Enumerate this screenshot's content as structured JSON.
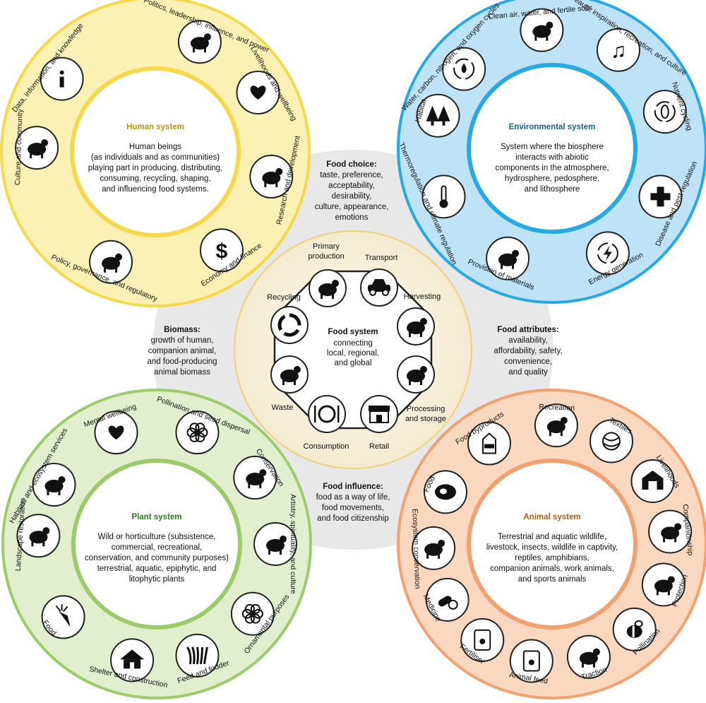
{
  "colors": {
    "human": "#f6d94a",
    "human_fill": "#fbf1b4",
    "env": "#27a9e1",
    "env_fill": "#bfe3f6",
    "plant": "#9ccb6c",
    "plant_fill": "#e2efcf",
    "animal": "#f2a270",
    "animal_fill": "#f9d8bf",
    "grey": "#e6e6e6",
    "center_fill": "#fbf4da"
  },
  "human": {
    "title": "Human system",
    "desc": [
      "Human beings",
      "(as individuals and as communities)",
      "playing part in producing, distributing,",
      "consuming, recycling, shaping,",
      "and influencing food systems."
    ],
    "items": [
      {
        "label": "Politics, leadership, influence, and power",
        "icon": "handshake-icon"
      },
      {
        "label": "Livelihoods and wellbeing",
        "icon": "heart-hands-icon"
      },
      {
        "label": "Research and development",
        "icon": "microscope-icon"
      },
      {
        "label": "Economy and finance",
        "icon": "dollar-icon"
      },
      {
        "label": "Policy, governance, and regulatory",
        "icon": "gavel-icon"
      },
      {
        "label": "Culture and community",
        "icon": "community-icon"
      },
      {
        "label": "Data, information, and knowledge",
        "icon": "info-icon"
      }
    ]
  },
  "env": {
    "title": "Environmental system",
    "desc": [
      "System where the biosphere",
      "interacts with abiotic",
      "components in the atmosphere,",
      "hydrosphere, pedosphere,",
      "and lithosphere"
    ],
    "items": [
      {
        "label": "Clean air, water, and fertile soils",
        "icon": "sprout-icon"
      },
      {
        "label": "Beauty, inspiration, recreation, and culture",
        "icon": "music-note-icon"
      },
      {
        "label": "Nutrient cycling",
        "icon": "leaf-cycle-icon"
      },
      {
        "label": "Disease and pest regulation",
        "icon": "medical-cross-icon"
      },
      {
        "label": "Energy generation",
        "icon": "lightning-icon"
      },
      {
        "label": "Provision of materials",
        "icon": "wood-icon"
      },
      {
        "label": "Thermoregulation and climate regulation",
        "icon": "thermometer-icon"
      },
      {
        "label": "Habitat",
        "icon": "trees-icon"
      },
      {
        "label": "Water, carbon, nitrogen, and oxygen cycles",
        "icon": "water-cycle-icon"
      }
    ]
  },
  "plant": {
    "title": "Plant system",
    "desc": [
      "Wild or horticulture (subsistence,",
      "commercial, recreational,",
      "conservation, and community purposes)",
      "terrestrial, aquatic, epiphytic, and",
      "litophytic plants"
    ],
    "items": [
      {
        "label": "Mental wellbeing",
        "icon": "leaf-heart-icon"
      },
      {
        "label": "Pollination and seed dispersal",
        "icon": "flowers-icon"
      },
      {
        "label": "Conservation",
        "icon": "seedling-hand-icon"
      },
      {
        "label": "Artistry, spirituality, and culture",
        "icon": "drum-icon"
      },
      {
        "label": "Ornamental purposes",
        "icon": "flower-icon"
      },
      {
        "label": "Feed and fodder",
        "icon": "grass-icon"
      },
      {
        "label": "Shelter and construction",
        "icon": "hut-icon"
      },
      {
        "label": "Food",
        "icon": "carrot-icon"
      },
      {
        "label": "Landscape restoration",
        "icon": "planting-person-icon"
      },
      {
        "label": "Habitats and ecosystem services",
        "icon": "leaf-icon"
      }
    ]
  },
  "animal": {
    "title": "Animal system",
    "desc": [
      "Terrestrial and aquatic wildlife,",
      "livestock, insects, wildlife in captivity,",
      "reptiles, amphibians,",
      "companion animals, work animals,",
      "and sports animals"
    ],
    "items": [
      {
        "label": "Recreation",
        "icon": "horse-icon"
      },
      {
        "label": "Textiles",
        "icon": "yarn-icon"
      },
      {
        "label": "Livelihoods",
        "icon": "barn-icon"
      },
      {
        "label": "Companionship",
        "icon": "dog-icon"
      },
      {
        "label": "Protection",
        "icon": "guard-dog-icon"
      },
      {
        "label": "Pollination",
        "icon": "bee-icon"
      },
      {
        "label": "Traction",
        "icon": "ox-icon"
      },
      {
        "label": "Animal feed",
        "icon": "feed-bag-icon"
      },
      {
        "label": "Fertiliser",
        "icon": "fertiliser-bag-icon"
      },
      {
        "label": "Medicine",
        "icon": "pill-icon"
      },
      {
        "label": "Ecosystem conservation",
        "icon": "ecosystem-icon"
      },
      {
        "label": "Food",
        "icon": "meat-icon"
      },
      {
        "label": "Food byproducts",
        "icon": "milk-carton-icon"
      }
    ]
  },
  "links": {
    "food_choice": {
      "title": "Food choice:",
      "lines": [
        "taste, preference,",
        "acceptability,",
        "desirability,",
        "culture, appearance,",
        "emotions"
      ]
    },
    "biomass": {
      "title": "Biomass:",
      "lines": [
        "growth of human,",
        "companion animal,",
        "and food-producing",
        "animal biomass"
      ]
    },
    "food_attributes": {
      "title": "Food attributes:",
      "lines": [
        "availability,",
        "affordability, safety,",
        "convenience,",
        "and quality"
      ]
    },
    "food_influence": {
      "title": "Food influence:",
      "lines": [
        "food as a way of life,",
        "food movements,",
        "and food citizenship"
      ]
    }
  },
  "food_system": {
    "title": "Food system",
    "desc": [
      "connecting",
      "local, regional,",
      "and global"
    ],
    "stages": [
      {
        "label": [
          "Primary",
          "production"
        ],
        "icon": "chicken-icon"
      },
      {
        "label": [
          "Transport"
        ],
        "icon": "car-icon"
      },
      {
        "label": [
          "Harvesting"
        ],
        "icon": "harvester-icon"
      },
      {
        "label": [
          "Processing",
          "and storage"
        ],
        "icon": "forklift-icon"
      },
      {
        "label": [
          "Retail"
        ],
        "icon": "store-icon"
      },
      {
        "label": [
          "Consumption"
        ],
        "icon": "plate-cutlery-icon"
      },
      {
        "label": [
          "Waste"
        ],
        "icon": "waste-truck-icon"
      },
      {
        "label": [
          "Recycling"
        ],
        "icon": "recycle-icon"
      }
    ]
  }
}
